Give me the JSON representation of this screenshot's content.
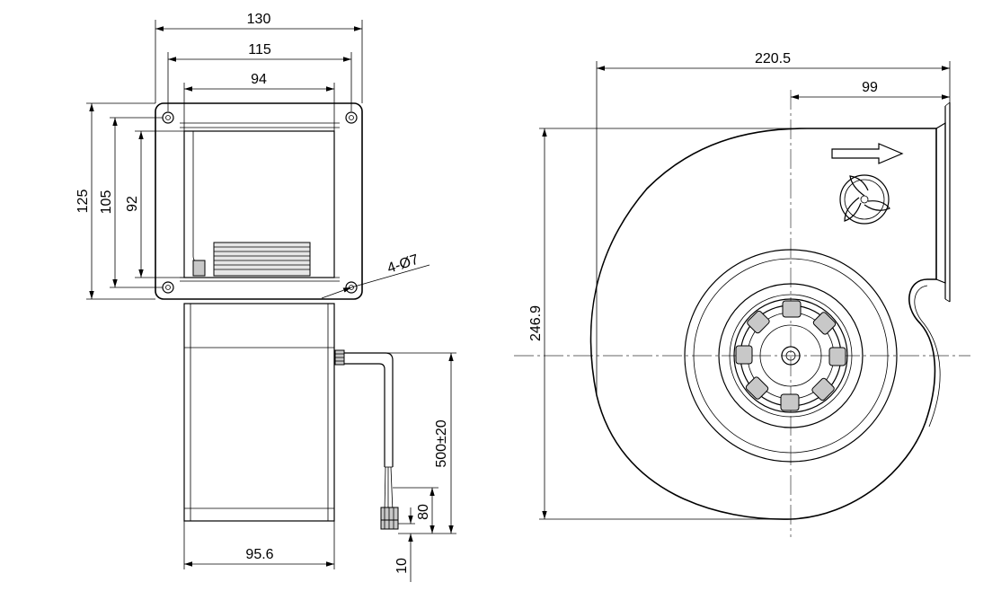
{
  "front_view": {
    "dim_overall_width": "130",
    "dim_hole_spacing_width": "115",
    "dim_opening_width": "94",
    "dim_overall_height": "125",
    "dim_hole_spacing_height": "105",
    "dim_opening_height": "92",
    "dim_mounting_holes": "4-Ø7",
    "dim_cable_length": "500±20",
    "dim_lead_strip": "80",
    "dim_lead_end": "10",
    "dim_motor_width": "95.6"
  },
  "side_view": {
    "dim_overall_width": "220.5",
    "dim_outlet_offset": "99",
    "dim_overall_height": "246.9"
  }
}
